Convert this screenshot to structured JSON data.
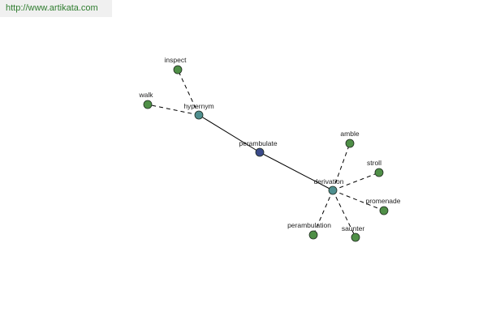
{
  "site_link": "http://www.artikata.com",
  "colors": {
    "leaf_node": "#4f8f47",
    "relation_node": "#4f8f8f",
    "root_node": "#3a4a8a",
    "edge": "#000000",
    "banner_text": "#2f7d2f"
  },
  "nodes": [
    {
      "id": "perambulate",
      "label": "perambulate",
      "kind": "root"
    },
    {
      "id": "hypernym",
      "label": "hypernym",
      "kind": "relation"
    },
    {
      "id": "derivation",
      "label": "derivation",
      "kind": "relation"
    },
    {
      "id": "inspect",
      "label": "inspect",
      "kind": "leaf"
    },
    {
      "id": "walk",
      "label": "walk",
      "kind": "leaf"
    },
    {
      "id": "amble",
      "label": "amble",
      "kind": "leaf"
    },
    {
      "id": "stroll",
      "label": "stroll",
      "kind": "leaf"
    },
    {
      "id": "promenade",
      "label": "promenade",
      "kind": "leaf"
    },
    {
      "id": "saunter",
      "label": "saunter",
      "kind": "leaf"
    },
    {
      "id": "perambulation",
      "label": "perambulation",
      "kind": "leaf"
    }
  ],
  "edges": [
    {
      "from": "perambulate",
      "to": "hypernym",
      "style": "solid"
    },
    {
      "from": "perambulate",
      "to": "derivation",
      "style": "solid"
    },
    {
      "from": "hypernym",
      "to": "inspect",
      "style": "dashed"
    },
    {
      "from": "hypernym",
      "to": "walk",
      "style": "dashed"
    },
    {
      "from": "derivation",
      "to": "amble",
      "style": "dashed"
    },
    {
      "from": "derivation",
      "to": "stroll",
      "style": "dashed"
    },
    {
      "from": "derivation",
      "to": "promenade",
      "style": "dashed"
    },
    {
      "from": "derivation",
      "to": "saunter",
      "style": "dashed"
    },
    {
      "from": "derivation",
      "to": "perambulation",
      "style": "dashed"
    }
  ]
}
